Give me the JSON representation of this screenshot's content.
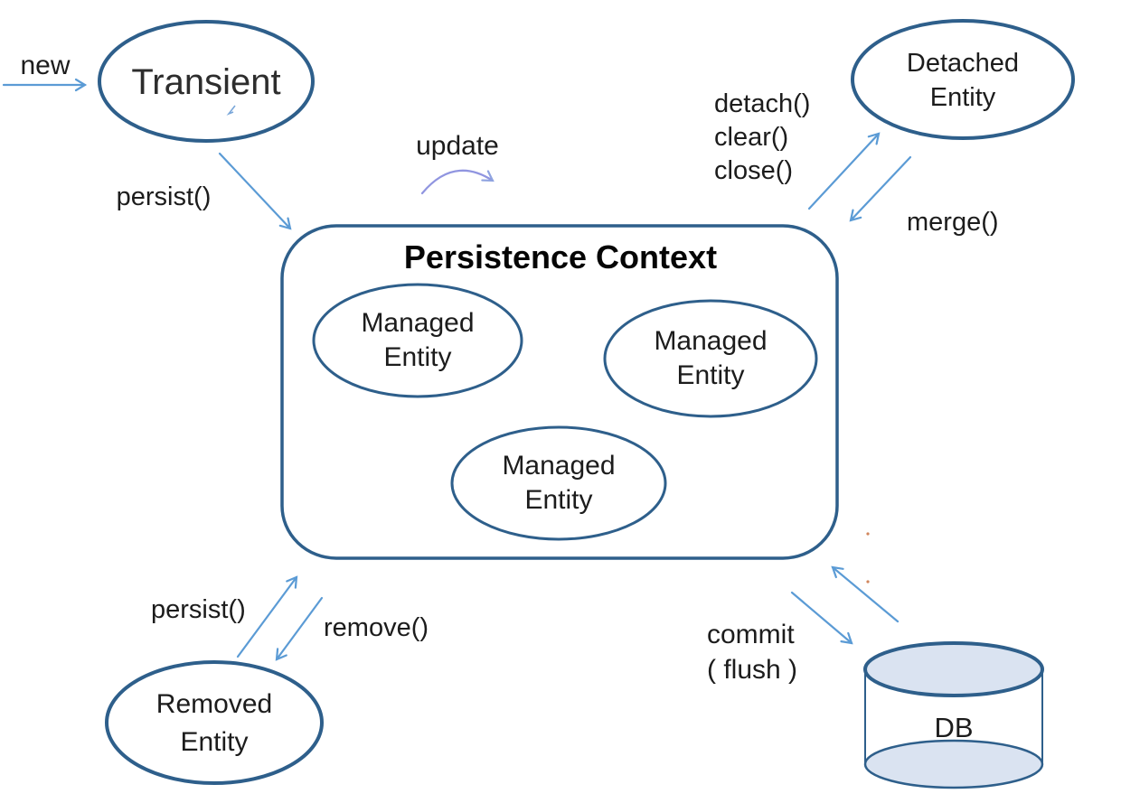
{
  "colors": {
    "node_stroke": "#2e5f8b",
    "arrow_blue": "#5b9bd5",
    "arrow_purple": "#9095e0",
    "db_fill": "#dae3f1",
    "text_dark": "#1c1c1c"
  },
  "nodes": {
    "transient": {
      "label": "Transient"
    },
    "persistence_context": {
      "title": "Persistence Context"
    },
    "managed_entity_1": {
      "line1": "Managed",
      "line2": "Entity"
    },
    "managed_entity_2": {
      "line1": "Managed",
      "line2": "Entity"
    },
    "managed_entity_3": {
      "line1": "Managed",
      "line2": "Entity"
    },
    "detached_entity": {
      "line1": "Detached",
      "line2": "Entity"
    },
    "removed_entity": {
      "line1": "Removed",
      "line2": "Entity"
    },
    "database": {
      "label": "DB"
    }
  },
  "transitions": {
    "new": {
      "label": "new"
    },
    "persist_to_context": {
      "label": "persist()"
    },
    "update": {
      "label": "update"
    },
    "detach": {
      "line1": "detach()",
      "line2": "clear()",
      "line3": "close()"
    },
    "merge": {
      "label": "merge()"
    },
    "persist_from_removed": {
      "label": "persist()"
    },
    "remove": {
      "label": "remove()"
    },
    "commit": {
      "line1": "commit",
      "line2": "( flush )"
    }
  }
}
